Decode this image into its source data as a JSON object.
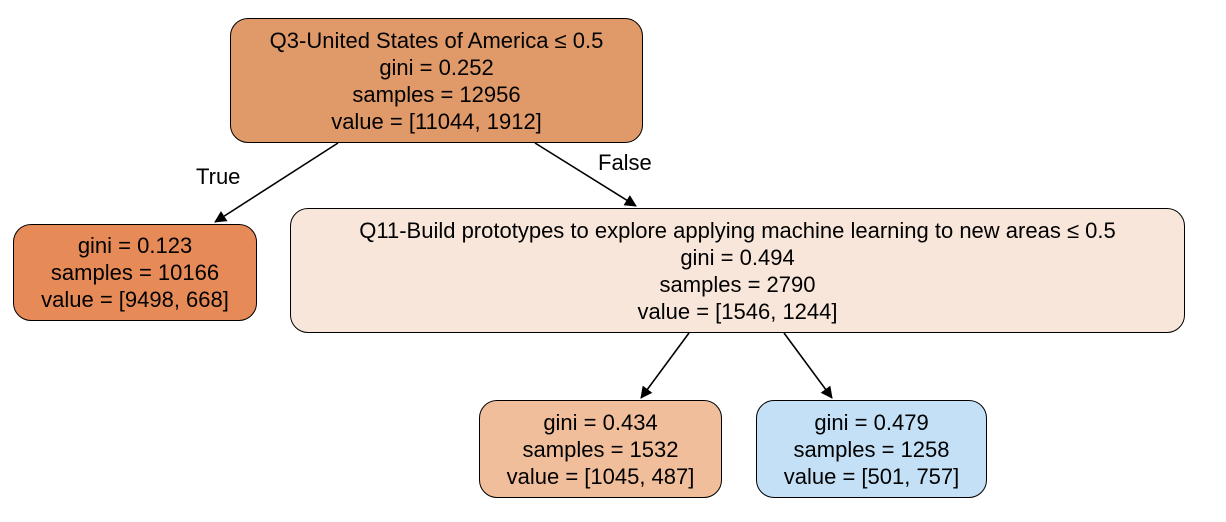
{
  "tree": {
    "nodes": [
      {
        "id": "root",
        "lines": [
          "Q3-United States of America ≤ 0.5",
          "gini = 0.252",
          "samples = 12956",
          "value = [11044, 1912]"
        ],
        "fill": "#e09a69"
      },
      {
        "id": "left",
        "lines": [
          "gini = 0.123",
          "samples = 10166",
          "value = [9498, 668]"
        ],
        "fill": "#e68b57"
      },
      {
        "id": "right",
        "lines": [
          "Q11-Build prototypes to explore applying machine learning to new areas ≤ 0.5",
          "gini = 0.494",
          "samples = 2790",
          "value = [1546, 1244]"
        ],
        "fill": "#f8e6da"
      },
      {
        "id": "rl",
        "lines": [
          "gini = 0.434",
          "samples = 1532",
          "value = [1045, 487]"
        ],
        "fill": "#f0be9b"
      },
      {
        "id": "rr",
        "lines": [
          "gini = 0.479",
          "samples = 1258",
          "value = [501, 757]"
        ],
        "fill": "#c3e0f6"
      }
    ],
    "edges": [
      {
        "from": "root",
        "to": "left",
        "label": "True"
      },
      {
        "from": "root",
        "to": "right",
        "label": "False"
      },
      {
        "from": "right",
        "to": "rl",
        "label": ""
      },
      {
        "from": "right",
        "to": "rr",
        "label": ""
      }
    ]
  }
}
